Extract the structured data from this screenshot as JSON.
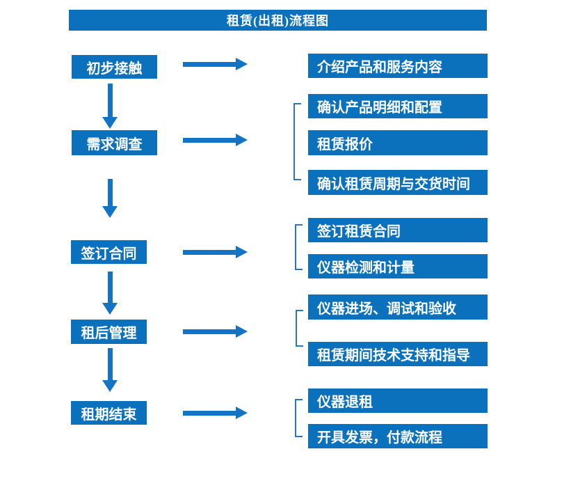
{
  "title": "租赁(出租)流程图",
  "colors": {
    "box-blue": "#0c71bc",
    "arrow-blue": "#1373c4",
    "bracket-blue": "#2e75b6",
    "text-white": "#ffffff"
  },
  "steps": [
    {
      "label": "初步接触"
    },
    {
      "label": "需求调查"
    },
    {
      "label": "签订合同"
    },
    {
      "label": "租后管理"
    },
    {
      "label": "租期结束"
    }
  ],
  "details": [
    {
      "label": "介绍产品和服务内容"
    },
    {
      "label": "确认产品明细和配置"
    },
    {
      "label": "租赁报价"
    },
    {
      "label": "确认租赁周期与交货时间"
    },
    {
      "label": "签订租赁合同"
    },
    {
      "label": "仪器检测和计量"
    },
    {
      "label": "仪器进场、调试和验收"
    },
    {
      "label": "租赁期间技术支持和指导"
    },
    {
      "label": "仪器退租"
    },
    {
      "label": "开具发票，付款流程"
    }
  ]
}
